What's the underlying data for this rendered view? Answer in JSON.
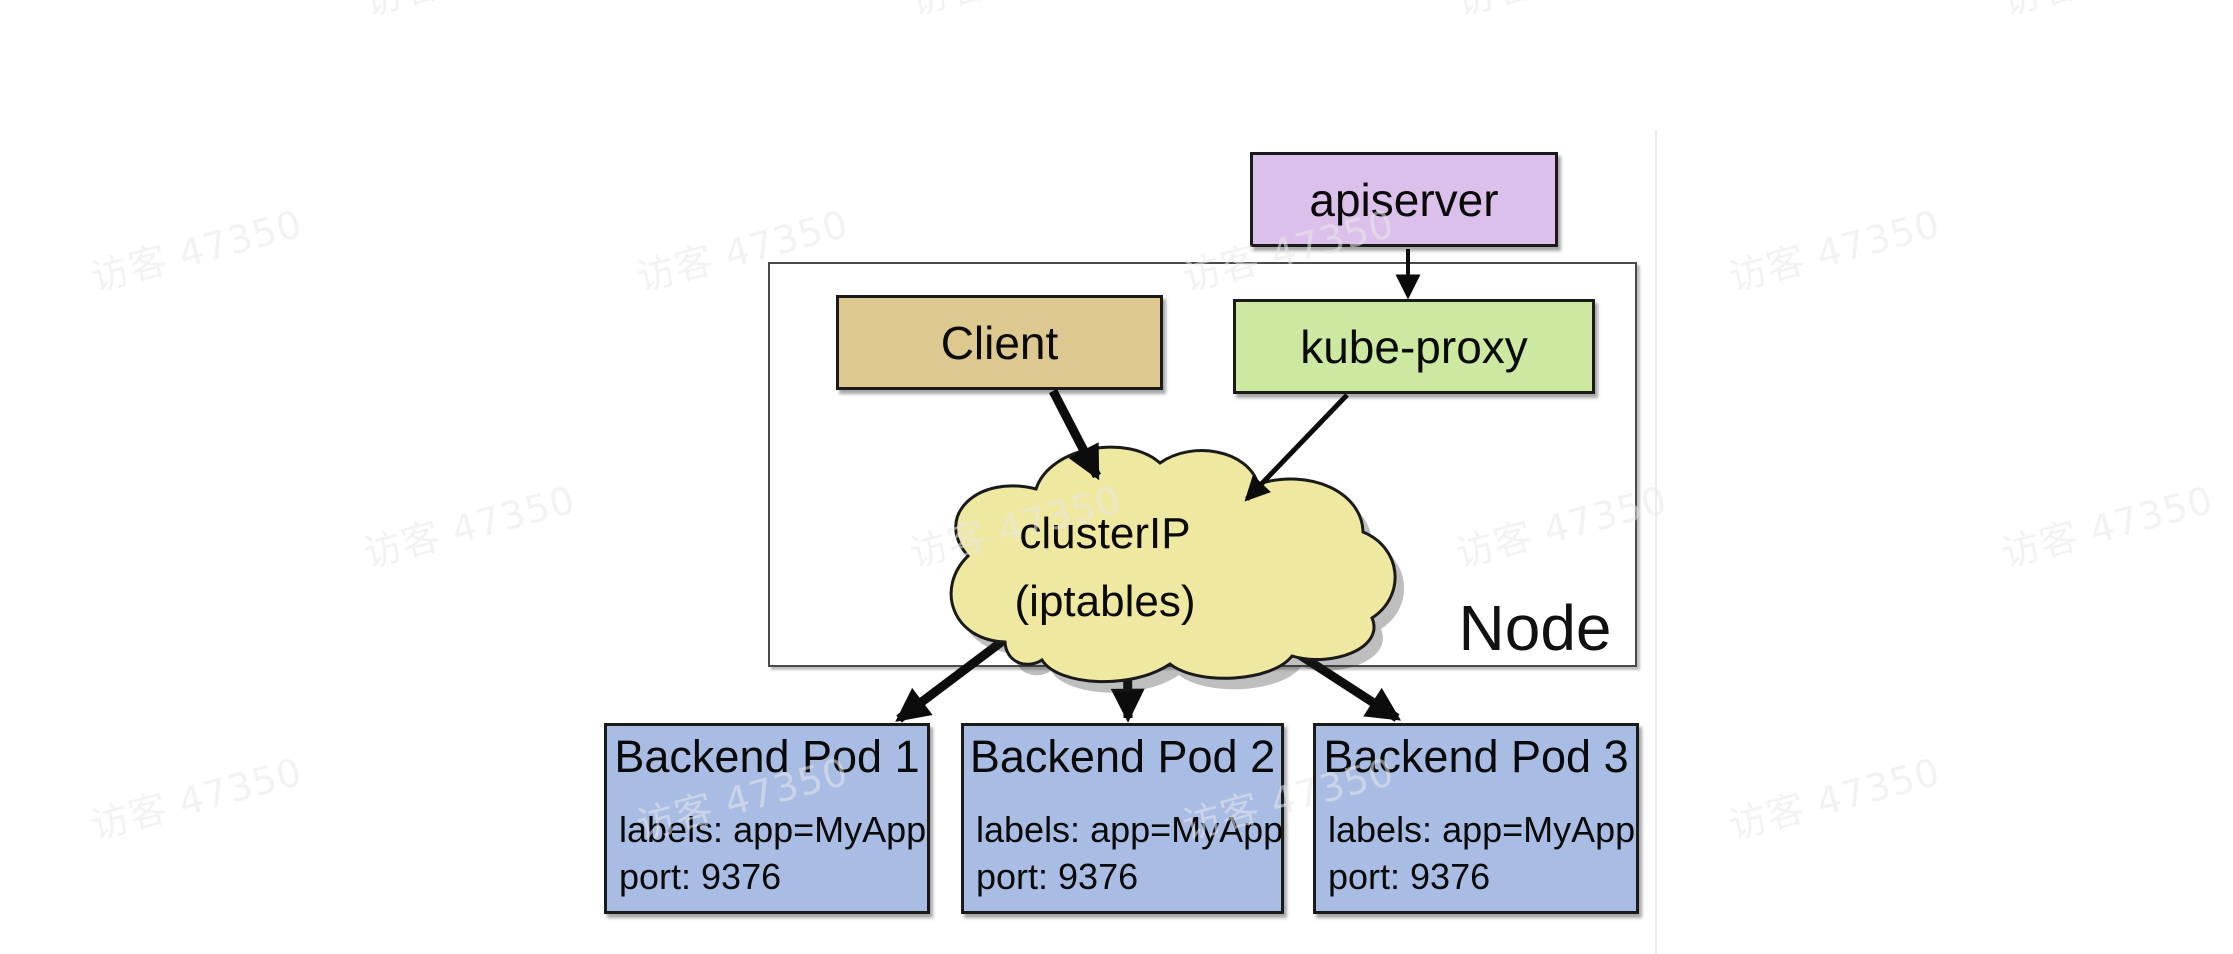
{
  "watermark": {
    "text": "访客 47350",
    "color": "#e8e8e8",
    "opacity": 0.55
  },
  "diagram": {
    "node_label": "Node",
    "apiserver": {
      "label": "apiserver",
      "fill": "#dcc0ec"
    },
    "client": {
      "label": "Client",
      "fill": "#ddc88f"
    },
    "kube_proxy": {
      "label": "kube-proxy",
      "fill": "#cde9a1"
    },
    "cluster_ip": {
      "line1": "clusterIP",
      "line2": "(iptables)",
      "fill": "#eee8a0"
    },
    "pod_fill": "#a9bce4",
    "stroke": "#1a1a1a",
    "pods": [
      {
        "title": "Backend Pod 1",
        "labels": "labels: app=MyApp",
        "port": "port: 9376"
      },
      {
        "title": "Backend Pod 2",
        "labels": "labels: app=MyApp",
        "port": "port: 9376"
      },
      {
        "title": "Backend Pod 3",
        "labels": "labels: app=MyApp",
        "port": "port: 9376"
      }
    ]
  }
}
